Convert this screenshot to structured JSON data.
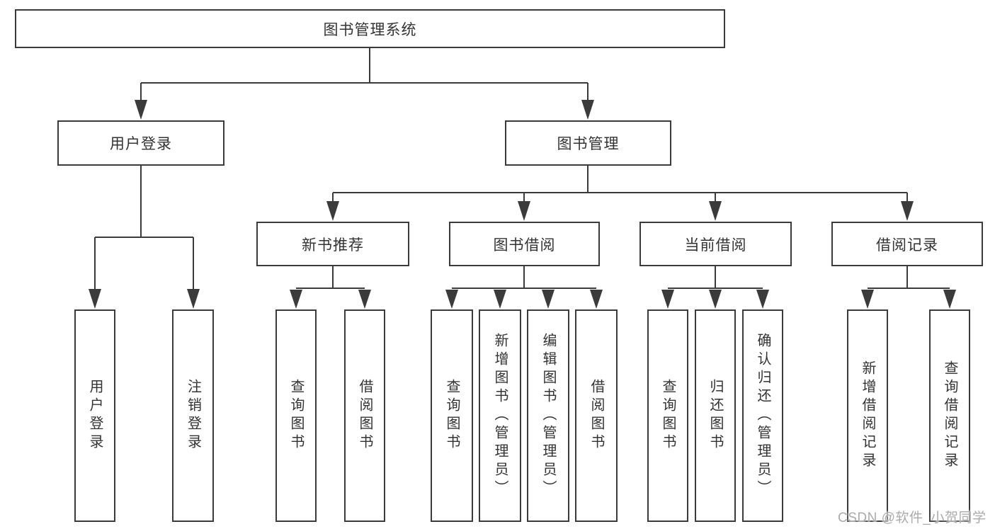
{
  "colors": {
    "line": "#3b3b3b",
    "text": "#333333",
    "watermark": "#ababab"
  },
  "watermark": "CSDN @软件_小贺同学",
  "tree": {
    "root": {
      "label": "图书管理系统",
      "children": [
        {
          "label": "用户登录",
          "children": [
            {
              "label": "用户登录"
            },
            {
              "label": "注销登录"
            }
          ]
        },
        {
          "label": "图书管理",
          "children": [
            {
              "label": "新书推荐",
              "children": [
                {
                  "label": "查询图书"
                },
                {
                  "label": "借阅图书"
                }
              ]
            },
            {
              "label": "图书借阅",
              "children": [
                {
                  "label": "查询图书"
                },
                {
                  "label": "新增图书（管理员）"
                },
                {
                  "label": "编辑图书（管理员）"
                },
                {
                  "label": "借阅图书"
                }
              ]
            },
            {
              "label": "当前借阅",
              "children": [
                {
                  "label": "查询图书"
                },
                {
                  "label": "归还图书"
                },
                {
                  "label": "确认归还（管理员）"
                }
              ]
            },
            {
              "label": "借阅记录",
              "children": [
                {
                  "label": "新增借阅记录"
                },
                {
                  "label": "查询借阅记录"
                }
              ]
            }
          ]
        }
      ]
    }
  }
}
